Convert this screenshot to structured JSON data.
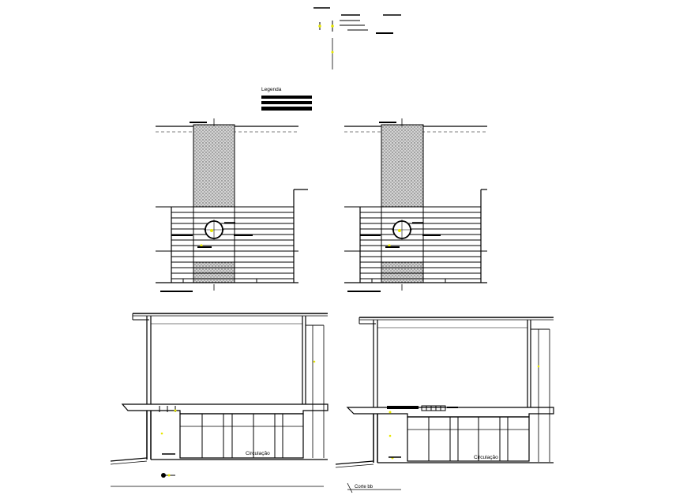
{
  "legend": {
    "title": "Legenda"
  },
  "labels": {
    "circulation_left": "Circulação",
    "circulation_right": "Circulação",
    "section_cut": "Corte bb"
  },
  "colors": {
    "line": "#000000",
    "hatch_fill": "#cfcfcf",
    "marker_yellow": "#e8e800",
    "background": "#ffffff"
  }
}
